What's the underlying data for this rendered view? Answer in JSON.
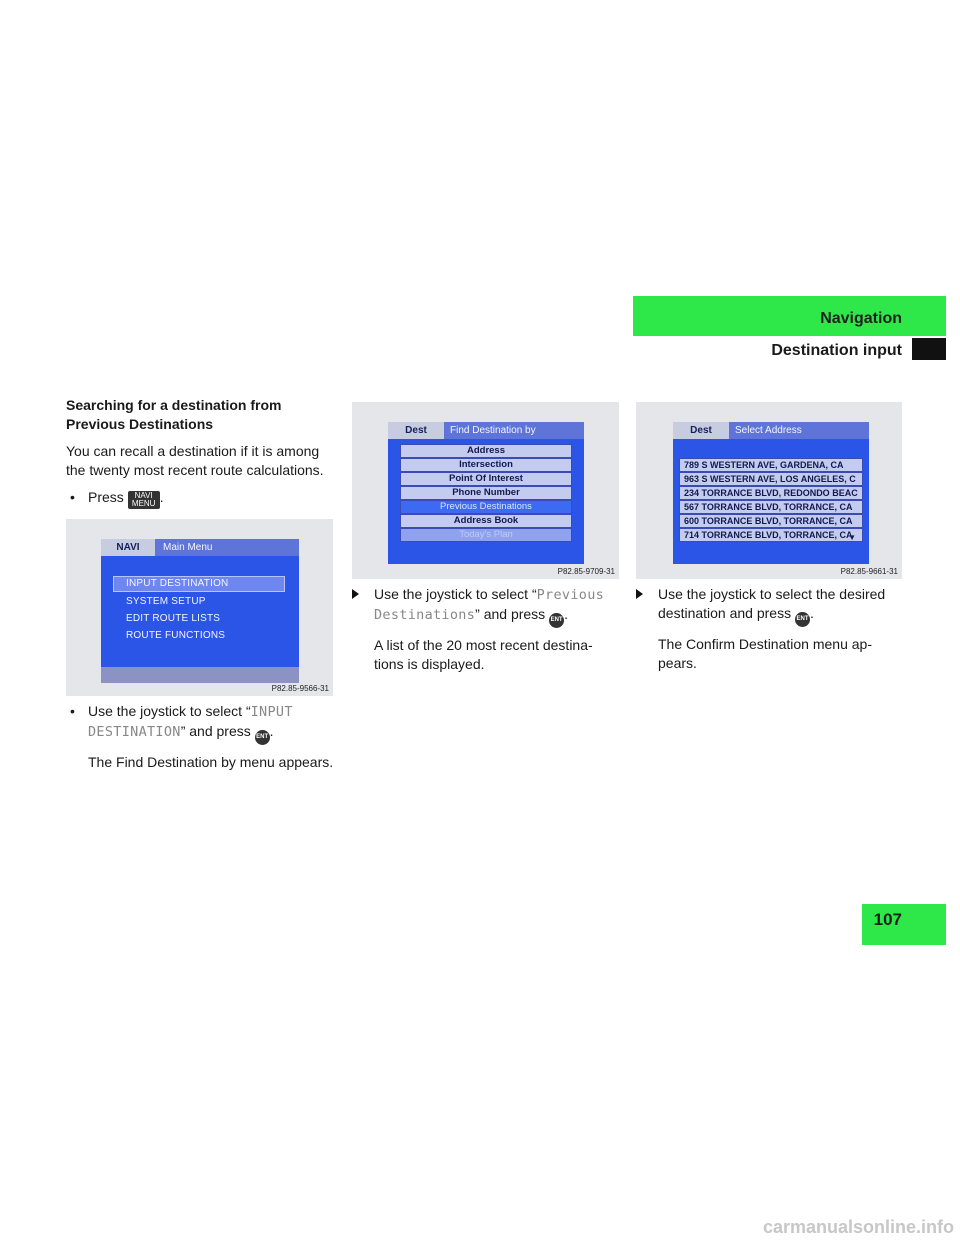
{
  "header": {
    "section": "Navigation",
    "subsection": "Destination input"
  },
  "page_number": "107",
  "col1": {
    "heading": "Searching for a destination from Previous Destinations",
    "intro": "You can recall a destination if it is among the twenty most recent route calculations.",
    "step1_prefix": "Press",
    "key_navi_top": "NAVI",
    "key_navi_bottom": "MENU",
    "step2_prefix": "Use the joystick to select “",
    "step2_code": "INPUT DESTINATION",
    "step2_suffix": "” and press",
    "step2_result": "The Find Destination by menu appears."
  },
  "col2": {
    "step_prefix": "Use the joystick to select “",
    "step_code": "Previous Destinations",
    "step_suffix": "” and press",
    "result": "A list of the 20 most recent destina-tions is displayed."
  },
  "col3": {
    "step": "Use the joystick to select the desired destination and press",
    "result": "The Confirm Destination menu ap-pears."
  },
  "key_ent": "ENT",
  "screen1": {
    "tab": "NAVI",
    "title": "Main Menu",
    "items": [
      "INPUT DESTINATION",
      "SYSTEM SETUP",
      "EDIT ROUTE LISTS",
      "ROUTE FUNCTIONS"
    ],
    "code": "P82.85-9566-31"
  },
  "screen2": {
    "tab": "Dest",
    "title": "Find Destination by",
    "items": [
      "Address",
      "Intersection",
      "Point Of Interest",
      "Phone Number",
      "Previous Destinations",
      "Address Book",
      "Today's Plan"
    ],
    "code": "P82.85-9709-31"
  },
  "screen3": {
    "tab": "Dest",
    "title": "Select Address",
    "items": [
      "789 S WESTERN AVE, GARDENA, CA",
      "963 S WESTERN AVE, LOS ANGELES, C",
      "234 TORRANCE BLVD, REDONDO BEAC",
      "567 TORRANCE BLVD, TORRANCE, CA",
      "600 TORRANCE BLVD, TORRANCE, CA",
      "714 TORRANCE BLVD, TORRANCE, CA"
    ],
    "scroll_icon": "down-triangle-icon",
    "code": "P82.85-9661-31"
  },
  "watermark": "carmanualsonline.info"
}
